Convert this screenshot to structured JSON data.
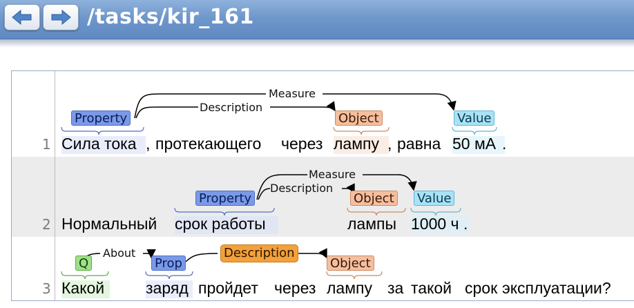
{
  "header": {
    "title": "/tasks/kir_161",
    "back_icon": "left-arrow-icon",
    "forward_icon": "right-arrow-icon",
    "colors": {
      "bar": "#6f97cb",
      "title": "#ffffff"
    }
  },
  "sentences": [
    {
      "number": "1",
      "tokens": [
        "Сила тока",
        ",",
        "протекающего",
        "через",
        "лампу",
        ",",
        "равна",
        "50 мА",
        "."
      ],
      "entities": {
        "property": "Property",
        "object": "Object",
        "value": "Value"
      },
      "relations": {
        "measure": "Measure",
        "description": "Description"
      }
    },
    {
      "number": "2",
      "tokens": [
        "Нормальный",
        "срок работы",
        "лампы",
        "1000 ч",
        "."
      ],
      "entities": {
        "property": "Property",
        "object": "Object",
        "value": "Value"
      },
      "relations": {
        "measure": "Measure",
        "description": "Description"
      }
    },
    {
      "number": "3",
      "tokens": [
        "Какой",
        "заряд",
        "пройдет",
        "через",
        "лампу",
        "за",
        "такой",
        "срок",
        "эксплуатации?"
      ],
      "entities": {
        "q": "Q",
        "prop": "Prop",
        "object": "Object"
      },
      "relations": {
        "about": "About",
        "description": "Description"
      }
    }
  ],
  "entity_colors": {
    "Property": "#7a9ae8",
    "Object": "#f5bf9f",
    "Value": "#a9e2f6",
    "Q": "#9fe08a",
    "Description_highlight": "#f3a13b"
  }
}
